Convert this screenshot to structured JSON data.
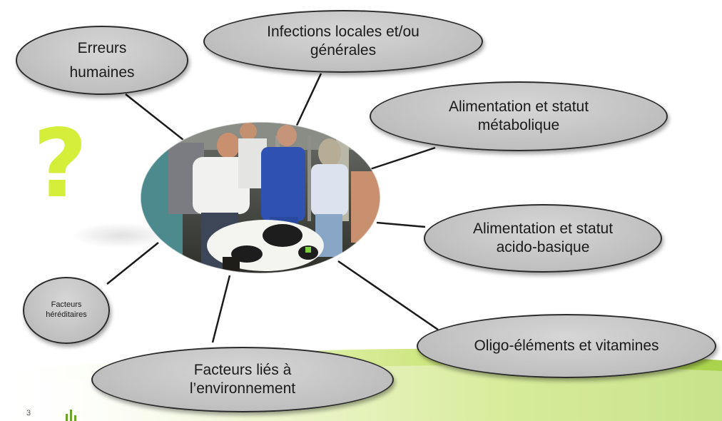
{
  "diagram": {
    "center_photo": "photo-people-examining-calf",
    "nodes": {
      "erreurs_line1": "Erreurs",
      "erreurs_line2": "humaines",
      "infections_line1": "Infections locales et/ou",
      "infections_line2": "générales",
      "alim_meta_line1": "Alimentation et statut",
      "alim_meta_line2": "métabolique",
      "alim_acido_line1": "Alimentation et statut",
      "alim_acido_line2": "acido-basique",
      "oligo": "Oligo-éléments et vitamines",
      "env_line1": "Facteurs liés à",
      "env_line2": "l’environnement",
      "hered_line1": "Facteurs",
      "hered_line2": "héréditaires"
    },
    "question_mark": "?"
  },
  "slide_number": "3",
  "colors": {
    "bubble_fill": "#c4c4c4",
    "bubble_border": "#2b2b2b",
    "question_mark": "#d4ee3a",
    "swoosh_green": "#b8dc4a",
    "connector": "#1a1a1a"
  }
}
